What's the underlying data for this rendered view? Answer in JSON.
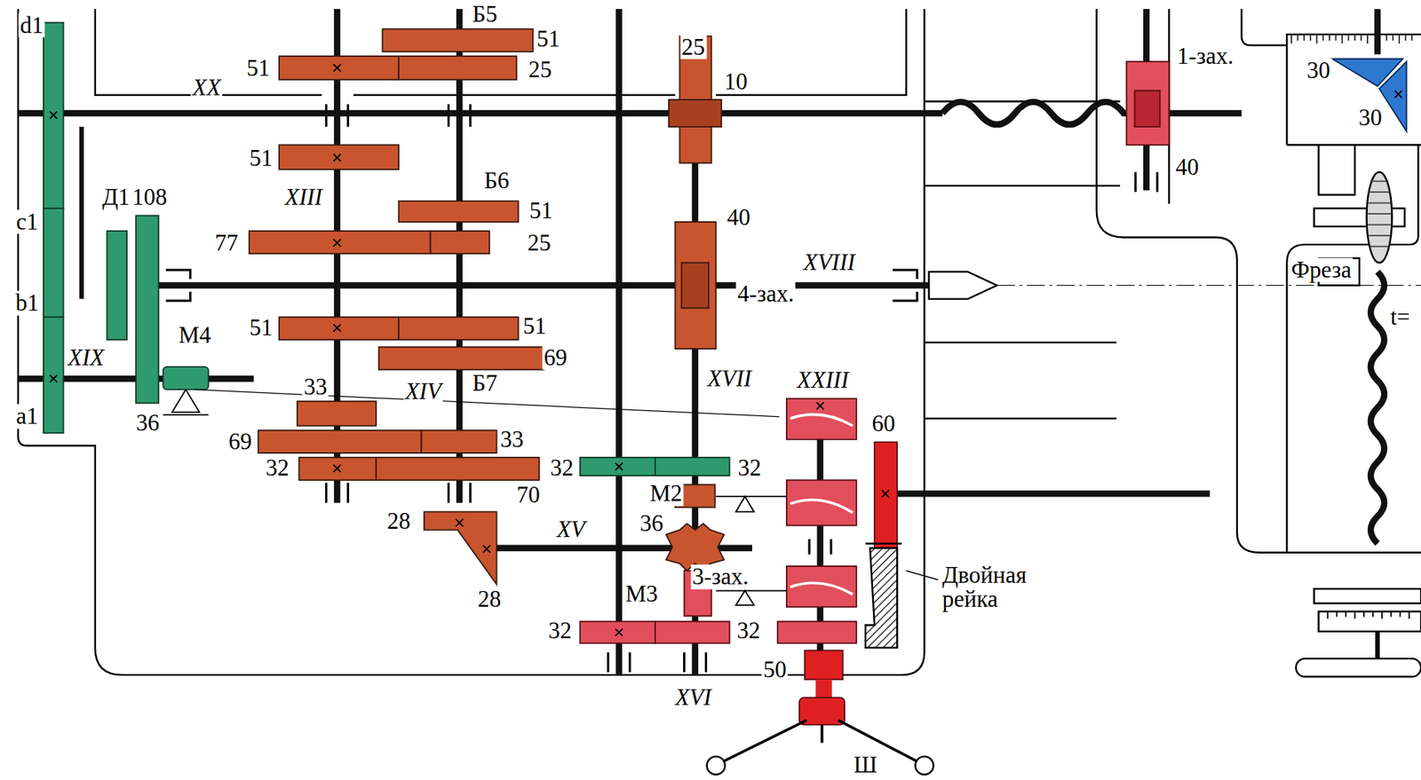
{
  "diagram": {
    "labels": [
      "d1",
      "Б5",
      "51",
      "51",
      "25",
      "25",
      "10",
      "XX",
      "1-зах.",
      "30",
      "30",
      "40",
      "51",
      "Б6",
      "108",
      "Д1",
      "XIII",
      "51",
      "40",
      "c1",
      "77",
      "25",
      "XVIII",
      "Фреза",
      "b1",
      "t=",
      "4-зах.",
      "51",
      "51",
      "M4",
      "XIX",
      "69",
      "XVII",
      "XXIII",
      "Б7",
      "33",
      "XIV",
      "a1",
      "36",
      "60",
      "69",
      "33",
      "32",
      "32",
      "32",
      "M2",
      "70",
      "28",
      "36",
      "XV",
      "3-зах.",
      "Двойная рейка",
      "M3",
      "28",
      "32",
      "32",
      "50",
      "XVI",
      "Ш"
    ]
  }
}
